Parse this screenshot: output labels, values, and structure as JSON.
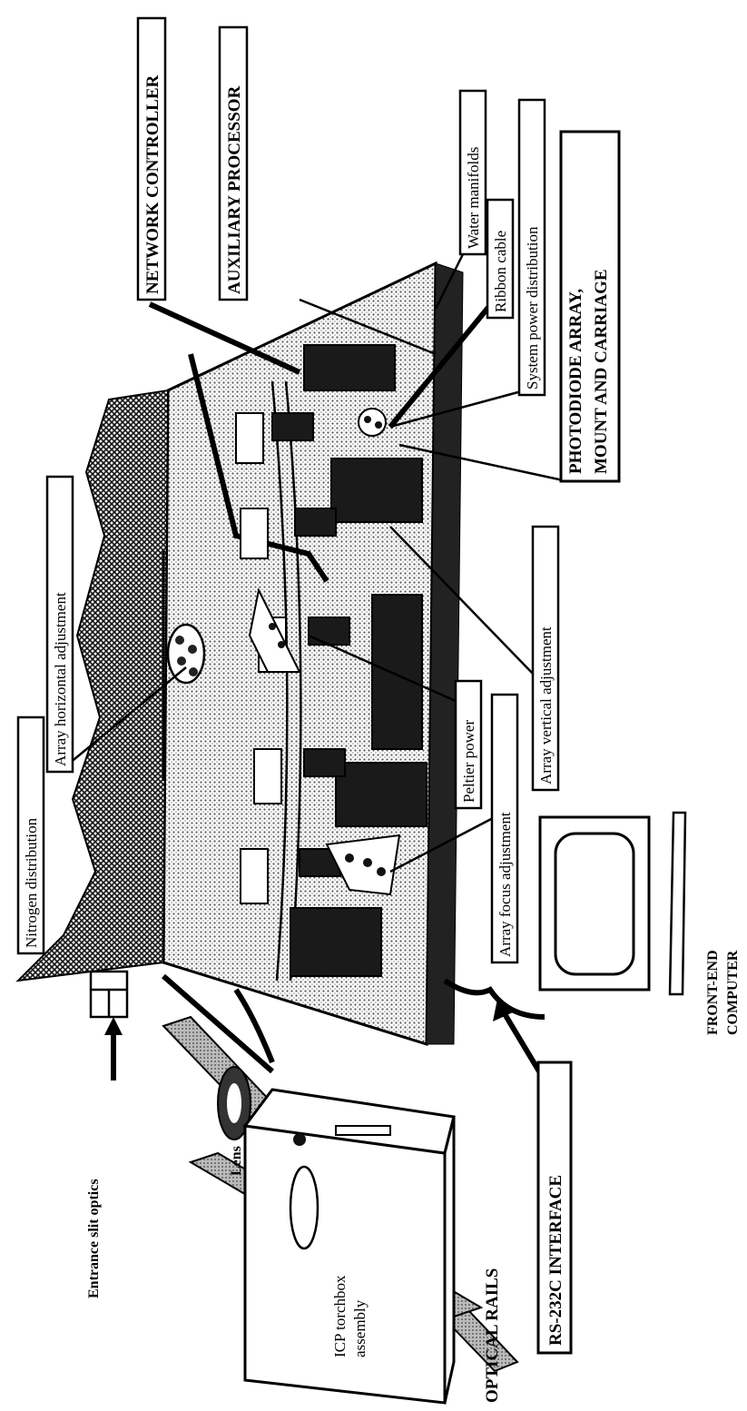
{
  "diagram": {
    "labels": {
      "network_controller": "NETWORK CONTROLLER",
      "auxiliary_processor": "AUXILIARY PROCESSOR",
      "water_manifolds": "Water manifolds",
      "ribbon_cable": "Ribbon cable",
      "system_power_distribution": "System power distribution",
      "photodiode_array_line1": "PHOTODIODE ARRAY,",
      "photodiode_array_line2": "MOUNT AND CARRIAGE",
      "array_horizontal_adjustment": "Array horizontal adjustment",
      "array_vertical_adjustment": "Array vertical adjustment",
      "nitrogen_distribution": "Nitrogen distribution",
      "peltier_power": "Peltier power",
      "array_focus_adjustment": "Array focus adjustment",
      "front_end_computer_line1": "FRONT-END",
      "front_end_computer_line2": "COMPUTER",
      "entrance_slit_optics": "Entrance  slit  optics",
      "lens": "Lens",
      "icp_torchbox_line1": "ICP torchbox",
      "icp_torchbox_line2": "assembly",
      "rs232c_interface": "RS-232C  INTERFACE",
      "optical_rails": "OPTICAL  RAILS"
    }
  }
}
